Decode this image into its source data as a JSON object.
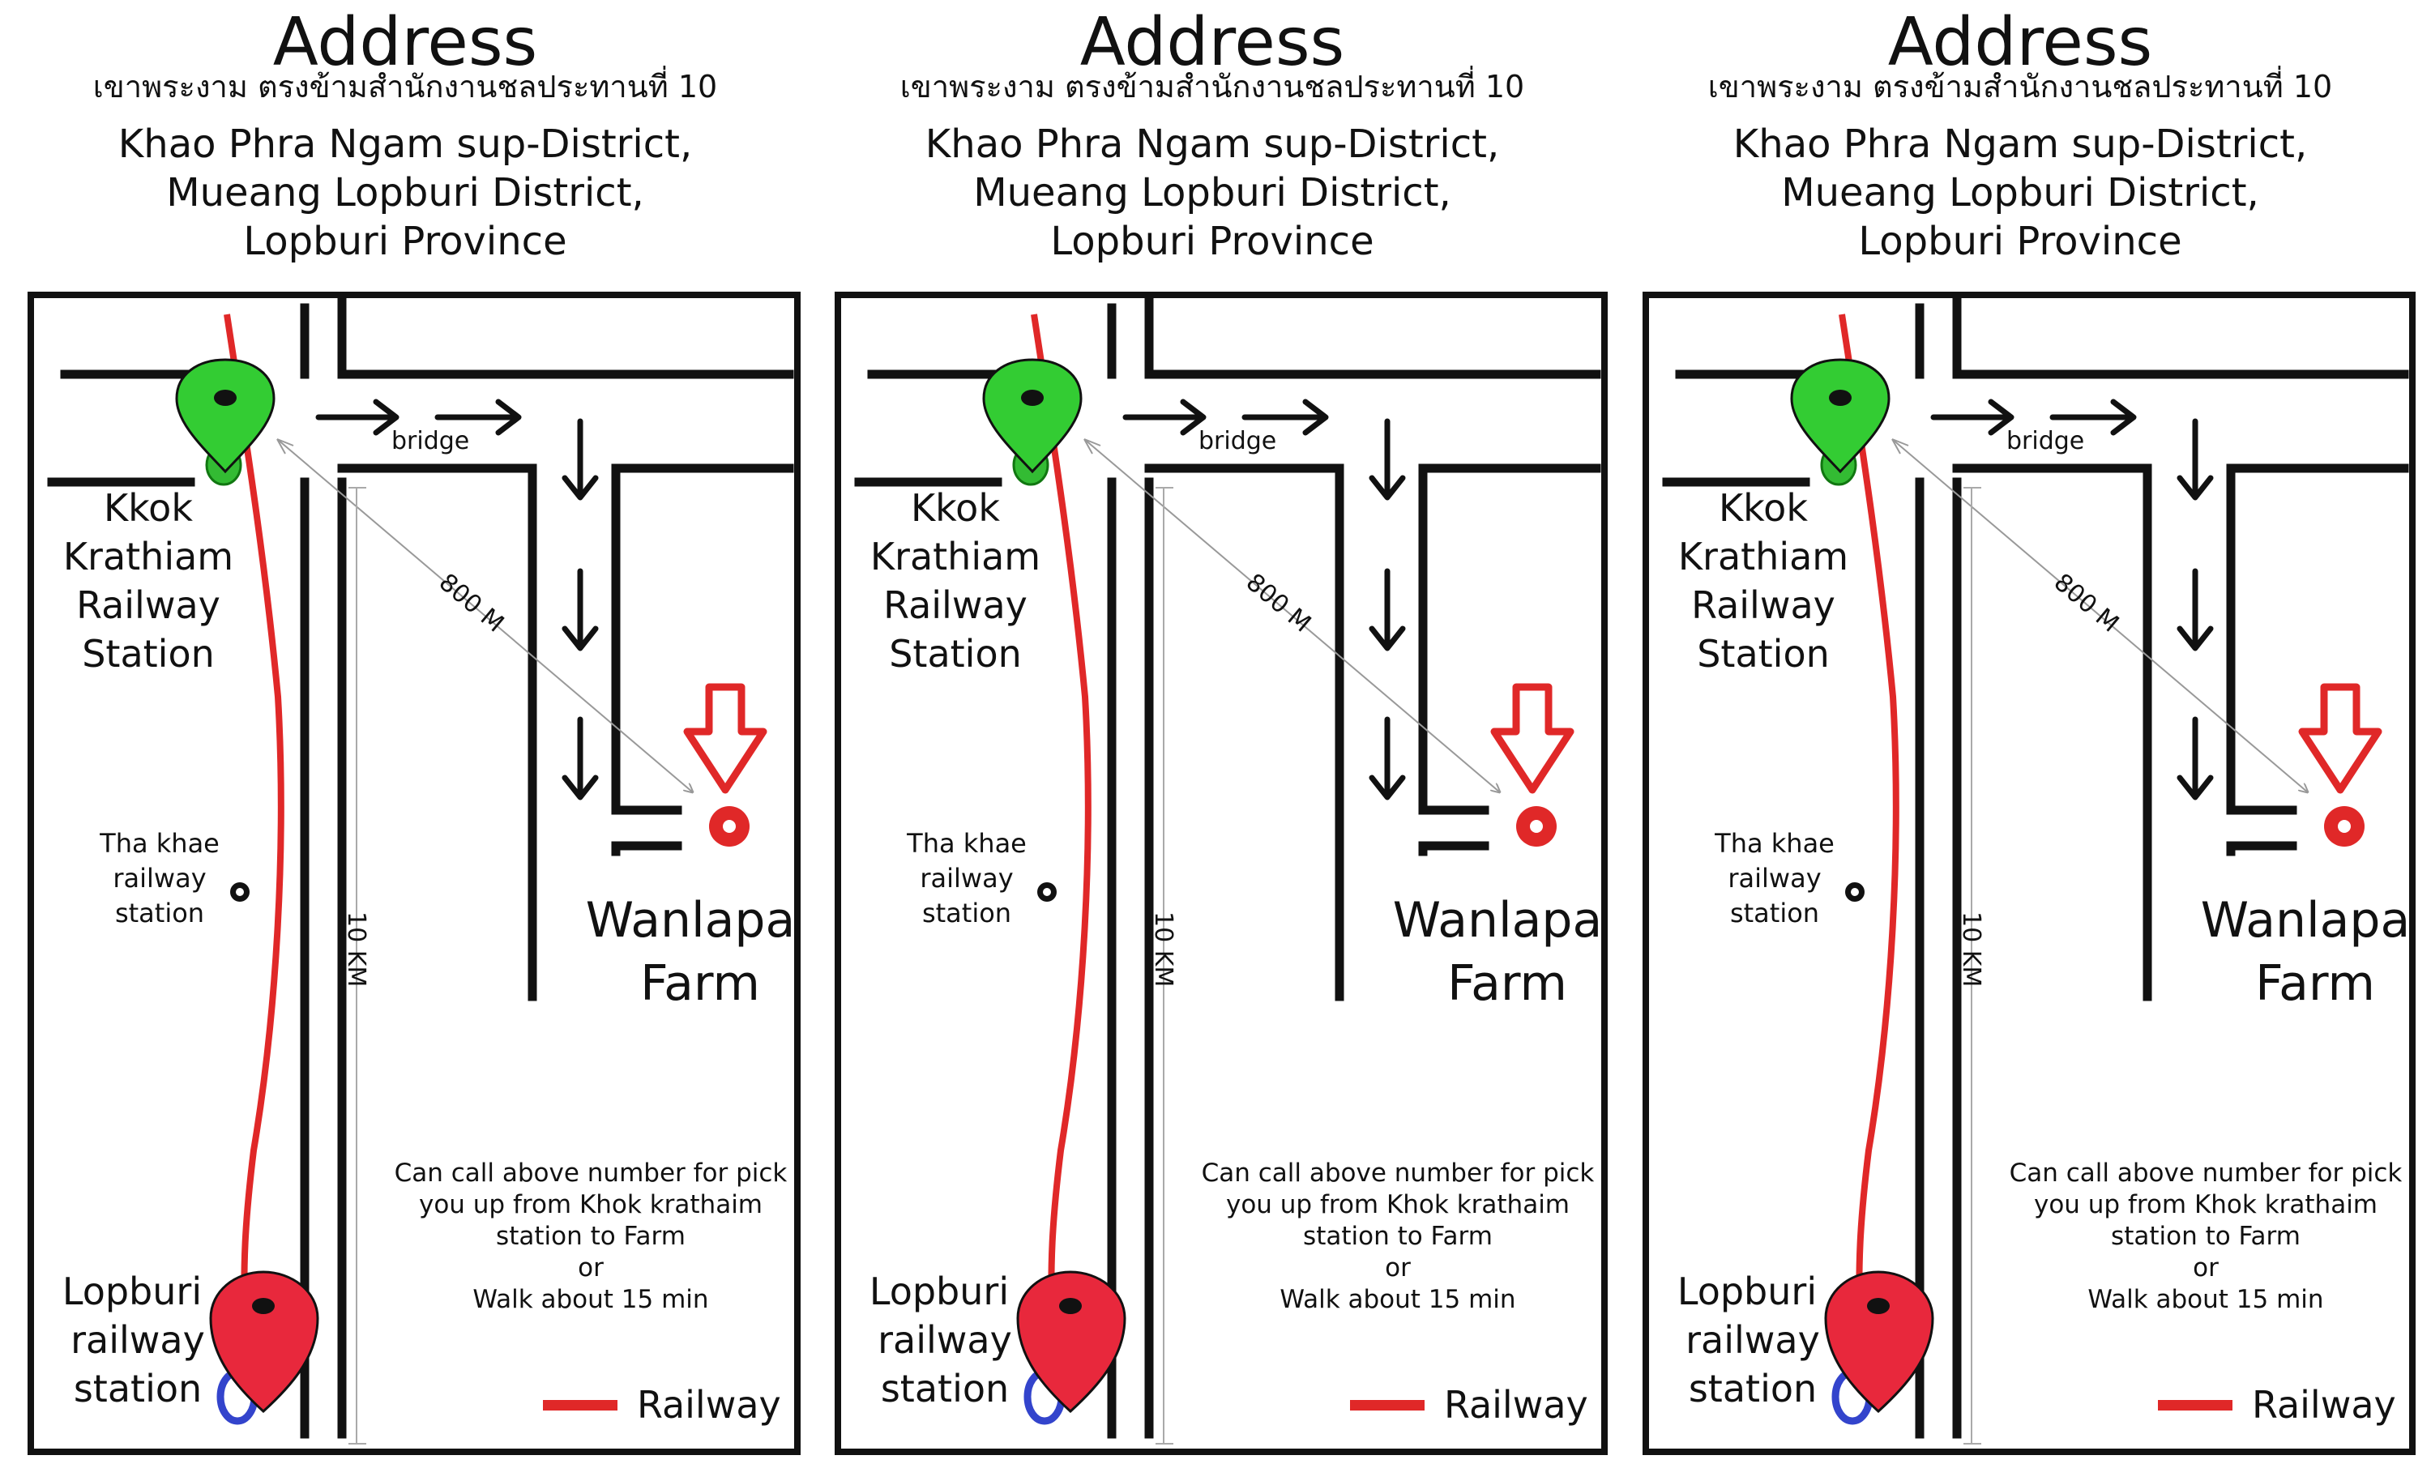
{
  "header": {
    "title": "Address",
    "thai": "เขาพระงาม ตรงข้ามสำนักงานชลประทานที่ 10",
    "address_lines": [
      "Khao Phra Ngam sup-District,",
      "Mueang Lopburi District,",
      "Lopburi Province"
    ]
  },
  "labels": {
    "bridge": "bridge",
    "distance_diag": "800 M",
    "distance_vert": "10 KM",
    "kkok": [
      "Kkok",
      "Krathiam",
      "Railway",
      "Station"
    ],
    "tha_khae": [
      "Tha khae",
      "railway",
      "station"
    ],
    "farm": [
      "Wanlapa",
      "Farm"
    ],
    "note": [
      "Can call above number for pick",
      "you up from Khok krathaim",
      "station to Farm",
      "or",
      "Walk about 15 min"
    ],
    "lopburi": [
      "Lopburi",
      "railway",
      "station"
    ],
    "legend_railway": "Railway"
  },
  "icons": {
    "kkok_marker": "green-map-pin-icon",
    "lopburi_marker": "red-map-pin-icon",
    "farm_marker": "red-location-dot-icon",
    "farm_arrow": "red-outline-down-arrow-icon",
    "tha_khae_marker": "black-station-dot-icon",
    "direction_arrows": "black-arrow-icon"
  },
  "colors": {
    "railway": "#e02828",
    "kkok_pin": "#33cc33",
    "lopburi_pin": "#e8283c",
    "lopburi_ring": "#3344cc",
    "farm": "#e02828"
  }
}
